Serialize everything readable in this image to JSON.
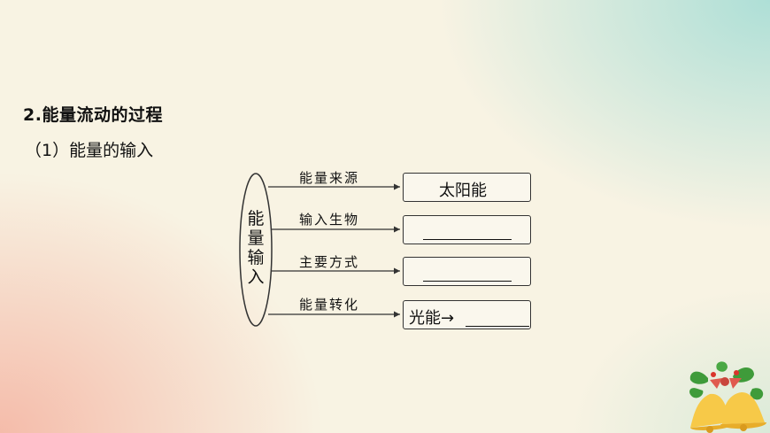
{
  "title": "2.能量流动的过程",
  "subtitle": "（1）能量的输入",
  "diagram": {
    "center_label": [
      "能",
      "量",
      "输",
      "入"
    ],
    "branches": [
      {
        "arrow_label": "能量来源",
        "box_text": "太阳能",
        "blank": false
      },
      {
        "arrow_label": "输入生物",
        "box_text": "",
        "blank": true
      },
      {
        "arrow_label": "主要方式",
        "box_text": "",
        "blank": true
      },
      {
        "arrow_label": "能量转化",
        "box_text": "光能→",
        "blank": true
      }
    ]
  },
  "colors": {
    "line": "#333333",
    "bell": "#f7c948",
    "holly": "#3f9b3a",
    "ribbon": "#e05a4f"
  },
  "icons": [
    "christmas-bells-icon"
  ]
}
